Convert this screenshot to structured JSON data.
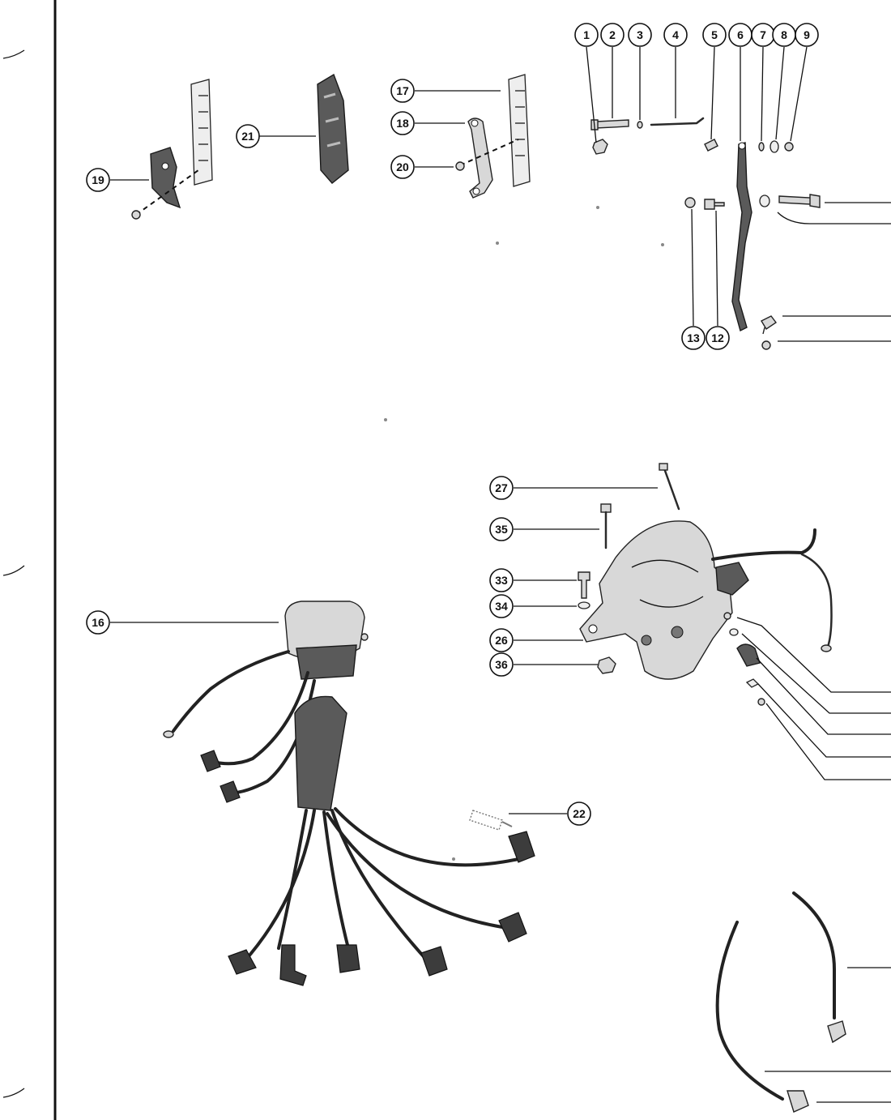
{
  "callouts": {
    "c1": "1",
    "c2": "2",
    "c3": "3",
    "c4": "4",
    "c5": "5",
    "c6": "6",
    "c7": "7",
    "c8": "8",
    "c9": "9",
    "c12": "12",
    "c13": "13",
    "c16": "16",
    "c17": "17",
    "c18": "18",
    "c19": "19",
    "c20": "20",
    "c21": "21",
    "c22": "22",
    "c26": "26",
    "c27": "27",
    "c33": "33",
    "c34": "34",
    "c35": "35",
    "c36": "36"
  },
  "colors": {
    "line": "#111111",
    "part_fill": "#d8d8d8",
    "part_dark": "#5a5a5a",
    "background": "#ffffff"
  }
}
